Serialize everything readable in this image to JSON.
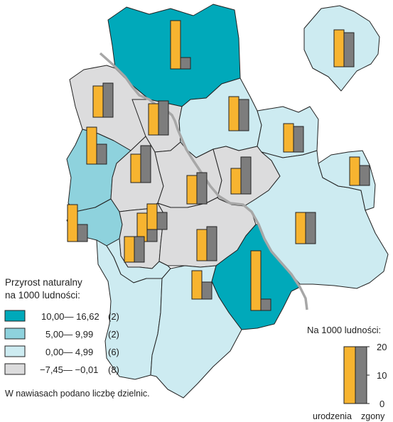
{
  "colors": {
    "class_1": "#00a9ba",
    "class_2": "#8ed2dd",
    "class_3": "#cdebf1",
    "class_4": "#dcdcdd",
    "birth_bar": "#f7b430",
    "death_bar": "#7d7d7d",
    "river": "#a7a7a7",
    "border": "#222222"
  },
  "legend": {
    "title_line1": "Przyrost naturalny",
    "title_line2": "na 1000 ludności:",
    "classes": [
      {
        "range": "10,00— 16,62",
        "count": "(2)",
        "color": "class_1"
      },
      {
        "range": "5,00— 9,99",
        "count": "(2)",
        "color": "class_2"
      },
      {
        "range": "0,00— 4,99",
        "count": "(6)",
        "color": "class_3"
      },
      {
        "range": "−7,45— −0,01",
        "count": "(8)",
        "color": "class_4"
      }
    ],
    "note": "W nawiasach podano liczbę dzielnic."
  },
  "scale": {
    "title": "Na 1000 ludności:",
    "ticks": [
      "20",
      "10",
      "0"
    ],
    "label_births": "urodzenia",
    "label_deaths": "zgony"
  },
  "chart_data": {
    "type": "map",
    "unit": "per 1000 population",
    "scale_max": 20,
    "districts": [
      {
        "id": "north",
        "class": "class_1",
        "births": 17,
        "deaths": 4
      },
      {
        "id": "east-island",
        "class": "class_3",
        "births": 13,
        "deaths": 12
      },
      {
        "id": "northwest",
        "class": "class_4",
        "births": 11,
        "deaths": 12
      },
      {
        "id": "north-center",
        "class": "class_4",
        "births": 11,
        "deaths": 12
      },
      {
        "id": "northeast-1",
        "class": "class_3",
        "births": 12,
        "deaths": 11
      },
      {
        "id": "northeast-2",
        "class": "class_3",
        "births": 10,
        "deaths": 9
      },
      {
        "id": "west",
        "class": "class_2",
        "births": 13,
        "deaths": 7
      },
      {
        "id": "center-west",
        "class": "class_4",
        "births": 10,
        "deaths": 13
      },
      {
        "id": "center",
        "class": "class_4",
        "births": 10,
        "deaths": 11
      },
      {
        "id": "center-east",
        "class": "class_4",
        "births": 9,
        "deaths": 13
      },
      {
        "id": "east-center",
        "class": "class_3",
        "births": 11,
        "deaths": 11
      },
      {
        "id": "far-east",
        "class": "class_3",
        "births": 10,
        "deaths": 7
      },
      {
        "id": "southwest",
        "class": "class_2",
        "births": 13,
        "deaths": 6
      },
      {
        "id": "south-center-west",
        "class": "class_4",
        "births": 10,
        "deaths": 12
      },
      {
        "id": "south-center",
        "class": "class_4",
        "births": 11,
        "deaths": 12
      },
      {
        "id": "southeast",
        "class": "class_3",
        "births": 9,
        "deaths": 9
      },
      {
        "id": "south-west-2",
        "class": "class_3",
        "births": 9,
        "deaths": 6
      },
      {
        "id": "south",
        "class": "class_1",
        "births": 21,
        "deaths": 4
      },
      {
        "id": "south-west-3",
        "class": "class_3",
        "births": 10,
        "deaths": 6
      }
    ]
  }
}
